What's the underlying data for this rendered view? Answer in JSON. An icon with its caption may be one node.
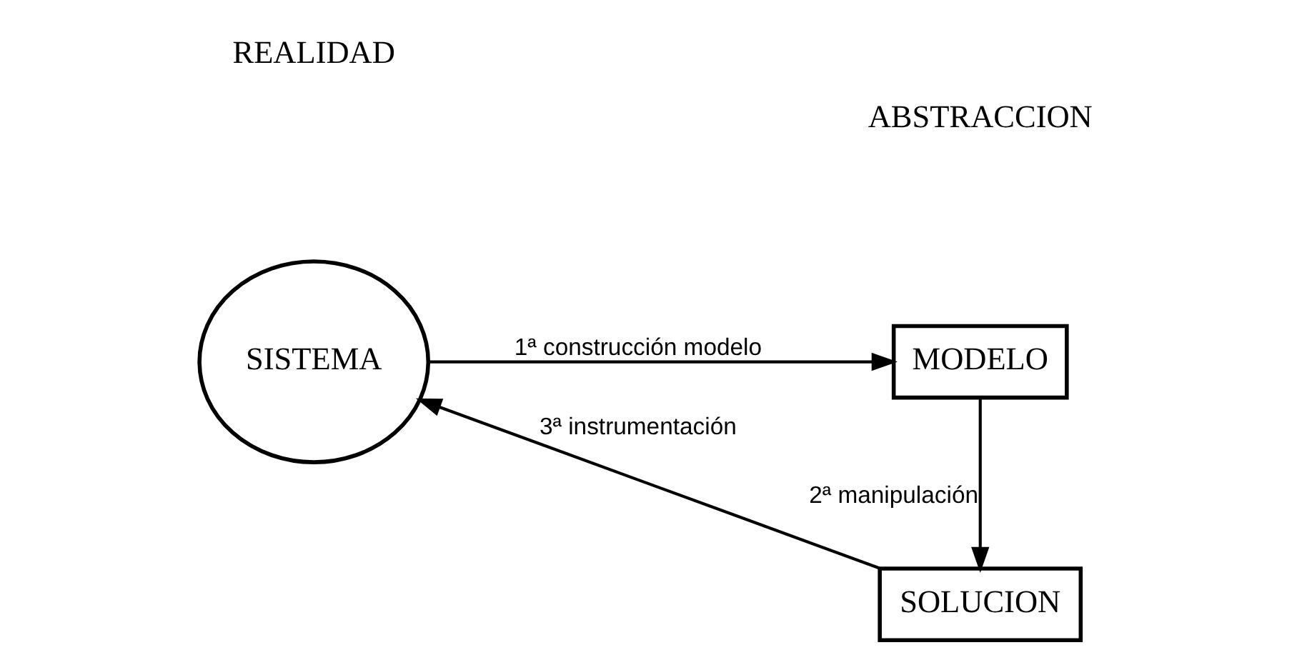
{
  "diagram": {
    "nodes": [
      {
        "text": [
          "SISTEMA"
        ]
      },
      {
        "text": [
          "MODELO"
        ]
      },
      {
        "text": [
          "SOLUCION"
        ]
      }
    ],
    "edges": [
      {
        "from": 0,
        "to": 1,
        "arrow": "to",
        "label": "1ª construcción modelo"
      },
      {
        "from": 1,
        "to": 2,
        "arrow": "to",
        "label": "2ª manipulación"
      },
      {
        "from": 2,
        "to": 0,
        "arrow": "to",
        "label": "3ª instrumentación"
      }
    ],
    "labels": [
      "REALIDAD",
      "ABSTRACCION"
    ]
  }
}
